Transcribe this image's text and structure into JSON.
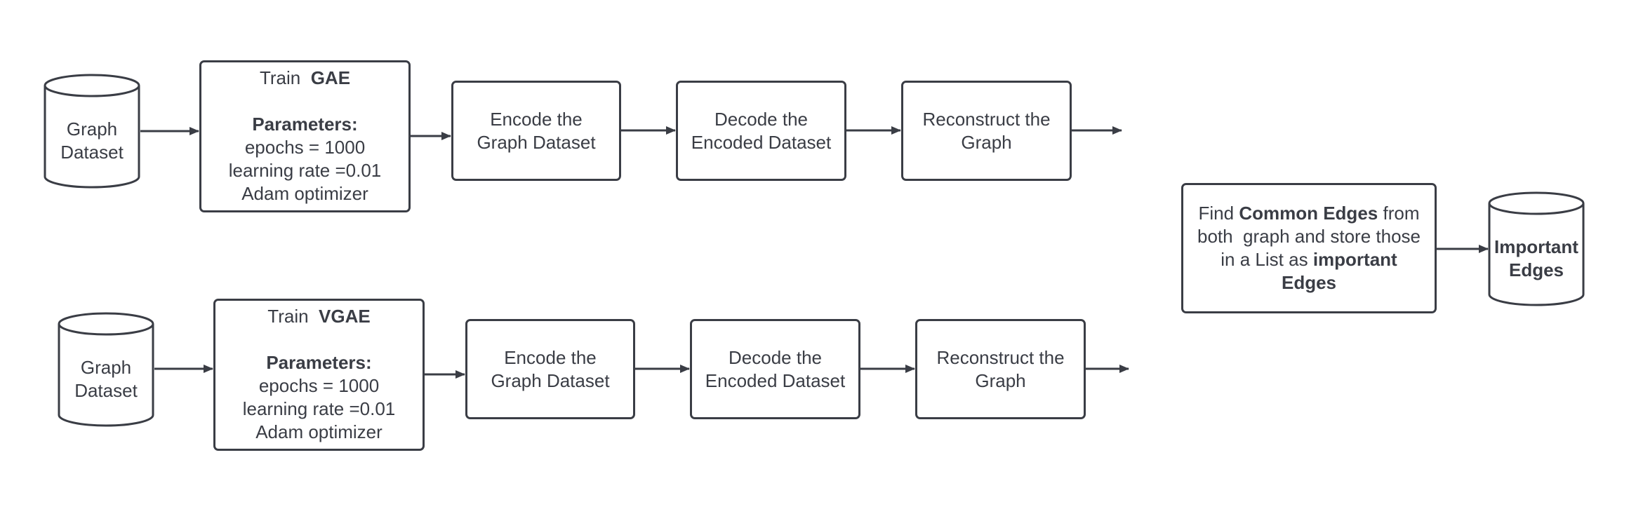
{
  "top_row": {
    "dataset_cylinder": {
      "line1": "Graph",
      "line2": "Dataset"
    },
    "train_box": {
      "prefix": "Train",
      "model": "GAE",
      "params_heading": "Parameters:",
      "epochs": "epochs = 1000",
      "learning_rate": "learning rate =0.01",
      "optimizer": "Adam optimizer"
    },
    "encode_box": {
      "line1": "Encode the",
      "line2": "Graph Dataset"
    },
    "decode_box": {
      "line1": "Decode the",
      "line2": "Encoded Dataset"
    },
    "reconstruct_box": {
      "line1": "Reconstruct the",
      "line2": "Graph"
    }
  },
  "bottom_row": {
    "dataset_cylinder": {
      "line1": "Graph",
      "line2": "Dataset"
    },
    "train_box": {
      "prefix": "Train",
      "model": "VGAE",
      "params_heading": "Parameters:",
      "epochs": "epochs = 1000",
      "learning_rate": "learning rate =0.01",
      "optimizer": "Adam optimizer"
    },
    "encode_box": {
      "line1": "Encode the",
      "line2": "Graph Dataset"
    },
    "decode_box": {
      "line1": "Decode the",
      "line2": "Encoded Dataset"
    },
    "reconstruct_box": {
      "line1": "Reconstruct the",
      "line2": "Graph"
    }
  },
  "merge_box": {
    "l1_a": "Find",
    "l1_b": "Common Edges",
    "l1_c": "from",
    "l2": "both  graph and store those",
    "l3_a": "in a List as",
    "l3_b": "important",
    "l4": "Edges"
  },
  "output_cylinder": {
    "line1": "Important",
    "line2": "Edges"
  },
  "colors": {
    "stroke": "#3a3d45",
    "background": "#ffffff"
  }
}
